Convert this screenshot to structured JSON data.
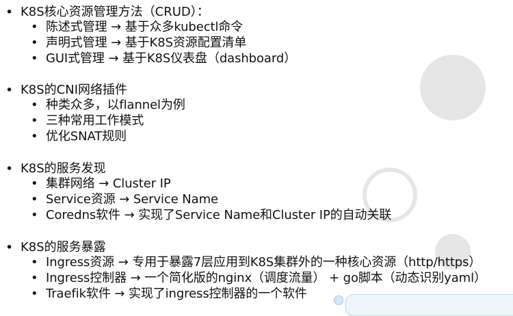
{
  "sections": [
    {
      "title": "K8S核心资源管理方法（CRUD）：",
      "items": [
        "陈述式管理 → 基于众多kubectl命令",
        "声明式管理 → 基于K8S资源配置清单",
        "GUI式管理 → 基于K8S仪表盘（dashboard）"
      ]
    },
    {
      "title": "K8S的CNI网络插件",
      "items": [
        "种类众多，以flannel为例",
        "三种常用工作模式",
        "优化SNAT规则"
      ]
    },
    {
      "title": "K8S的服务发现",
      "items": [
        "集群网络 → Cluster IP",
        "Service资源 → Service Name",
        "Coredns软件 → 实现了Service Name和Cluster IP的自动关联"
      ]
    },
    {
      "title": "K8S的服务暴露",
      "items": [
        "Ingress资源 → 专用于暴露7层应用到K8S集群外的一种核心资源（http/https）",
        "Ingress控制器 → 一个简化版的nginx（调度流量） + go脚本（动态识别yaml）",
        "Traefik软件 → 实现了ingress控制器的一个软件"
      ]
    }
  ],
  "bullets": {
    "level1": "•",
    "level2": "•"
  }
}
